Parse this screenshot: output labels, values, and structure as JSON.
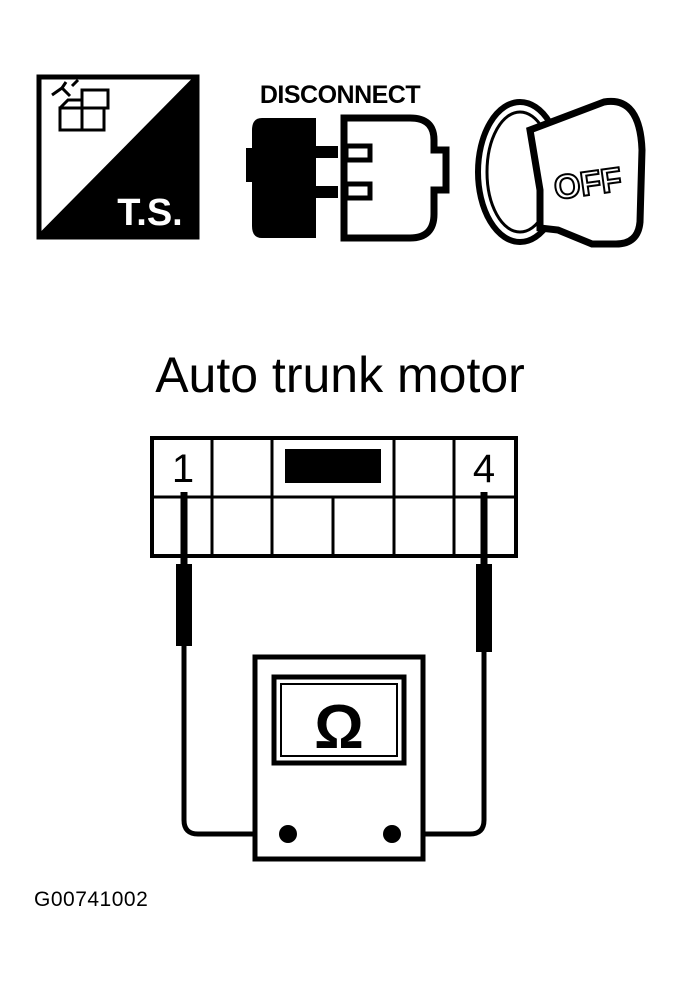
{
  "icons": {
    "ts_label": "T.S.",
    "disconnect_label": "DISCONNECT",
    "ignition_label": "OFF"
  },
  "diagram": {
    "title": "Auto trunk motor",
    "terminal_left": "1",
    "terminal_right": "4",
    "meter_symbol": "Ω"
  },
  "figure_id": "G00741002",
  "colors": {
    "ink": "#000000",
    "paper": "#ffffff"
  }
}
